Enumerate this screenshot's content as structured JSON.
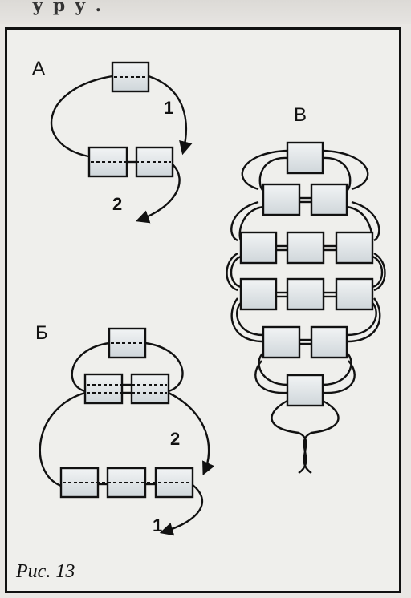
{
  "page_top_text": "у                 р             у   .",
  "caption": "Рис. 13",
  "panels": {
    "a": {
      "label": "А",
      "step1": "1",
      "step2": "2"
    },
    "b": {
      "label": "Б",
      "step1": "1",
      "step2": "2"
    },
    "v": {
      "label": "В"
    }
  },
  "colors": {
    "frame": "#111111",
    "bead_fill": "#e3e8ea",
    "thread": "#111111"
  }
}
